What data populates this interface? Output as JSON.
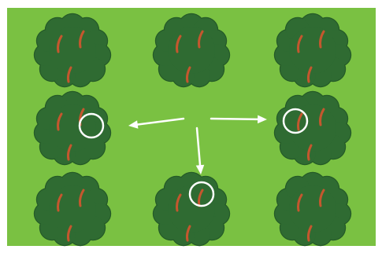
{
  "colors": {
    "frame": "#ffffff",
    "field": "#7ac142",
    "bush": "#2f6b32",
    "bush_edge": "#245a27",
    "stripe": "#c4572e",
    "marker": "#ffffff"
  },
  "bushes": [
    {
      "row": 1,
      "col": 1
    },
    {
      "row": 1,
      "col": 2
    },
    {
      "row": 1,
      "col": 3
    },
    {
      "row": 2,
      "col": 1
    },
    {
      "row": 2,
      "col": 2,
      "empty": true
    },
    {
      "row": 2,
      "col": 3
    },
    {
      "row": 3,
      "col": 1
    },
    {
      "row": 3,
      "col": 2
    },
    {
      "row": 3,
      "col": 3
    }
  ],
  "arrows": [
    {
      "direction": "left"
    },
    {
      "direction": "right"
    },
    {
      "direction": "down"
    }
  ],
  "circled_bushes": [
    {
      "row": 2,
      "col": 1
    },
    {
      "row": 2,
      "col": 3
    },
    {
      "row": 3,
      "col": 2
    }
  ]
}
